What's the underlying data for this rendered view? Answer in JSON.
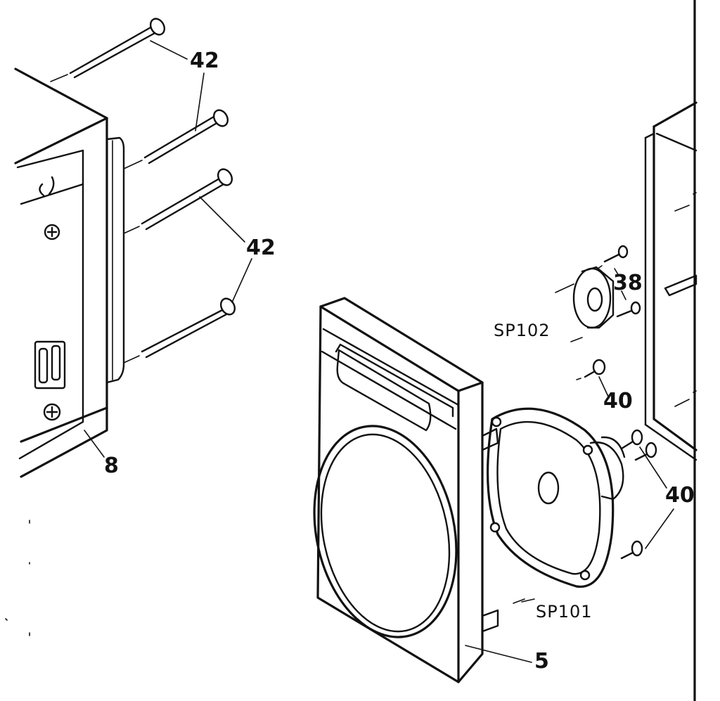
{
  "callouts": {
    "c42a": "42",
    "c42b": "42",
    "c38": "38",
    "csp102": "SP102",
    "c40a": "40",
    "c40b": "40",
    "c8": "8",
    "csp101": "SP101",
    "c5": "5"
  },
  "colors": {
    "ink": "#111111",
    "paper": "#ffffff"
  }
}
